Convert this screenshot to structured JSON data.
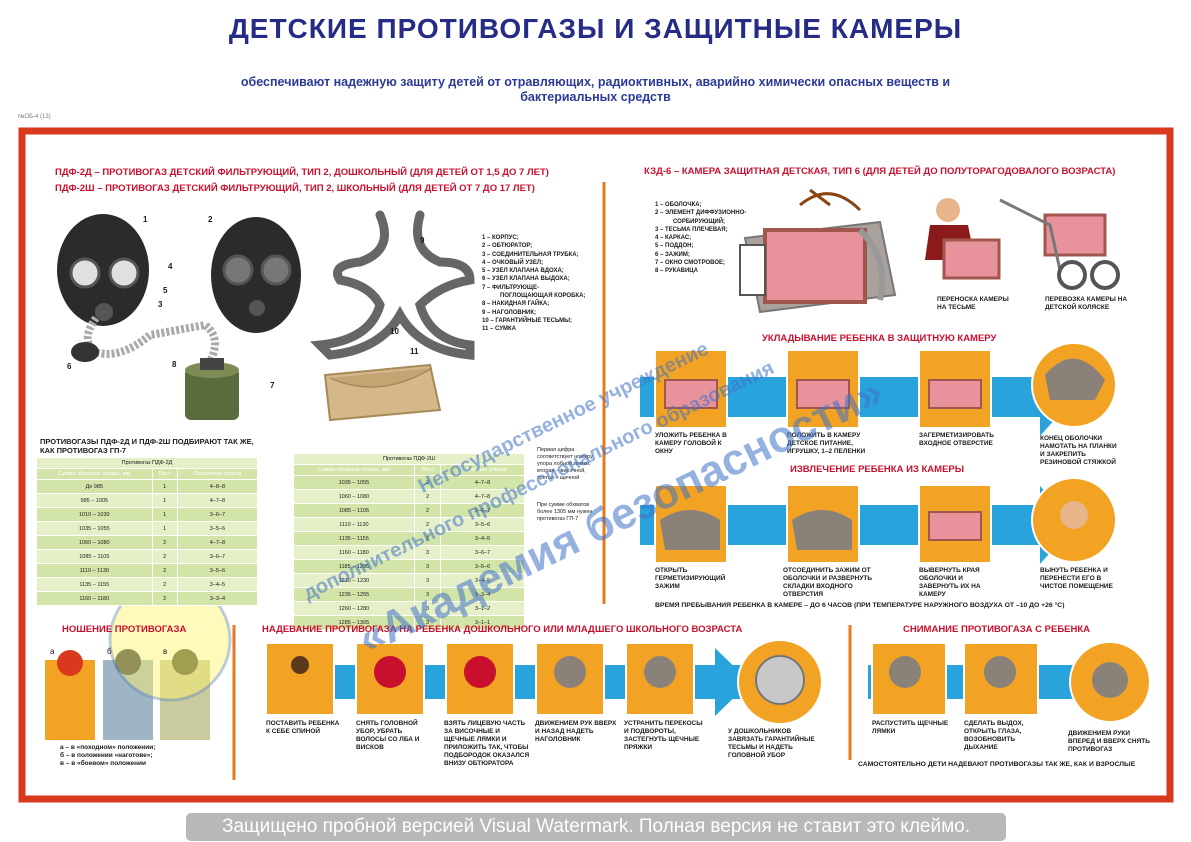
{
  "header": {
    "title": "ДЕТСКИЕ ПРОТИВОГАЗЫ И ЗАЩИТНЫЕ КАМЕРЫ",
    "subtitle": "обеспечивают надежную защиту детей от отравляющих, радиоктивных, аварийно химически опасных веществ и бактериальных средств",
    "code": "№ОБ-4 (13)"
  },
  "masks": {
    "line1": "ПДФ-2Д – ПРОТИВОГАЗ ДЕТСКИЙ ФИЛЬТРУЮЩИЙ, ТИП 2, ДОШКОЛЬНЫЙ (ДЛЯ ДЕТЕЙ ОТ 1,5 ДО 7 ЛЕТ)",
    "line2": "ПДФ-2Ш – ПРОТИВОГАЗ ДЕТСКИЙ ФИЛЬТРУЮЩИЙ, ТИП 2, ШКОЛЬНЫЙ (ДЛЯ ДЕТЕЙ ОТ 7 ДО 17 ЛЕТ)",
    "numbers": [
      "1",
      "2",
      "3",
      "4",
      "5",
      "6",
      "7",
      "8",
      "9",
      "10",
      "11"
    ],
    "legend": [
      "1 – КОРПУС;",
      "2 – ОБТЮРАТОР;",
      "3 – СОЕДИНИТЕЛЬНАЯ ТРУБКА;",
      "4 – ОЧКОВЫЙ УЗЕЛ;",
      "5 – УЗЕЛ КЛАПАНА ВДОХА;",
      "6 – УЗЕЛ КЛАПАНА ВЫДОХА;",
      "7 – ФИЛЬТРУЮЩЕ-",
      "ПОГЛОЩАЮЩАЯ КОРОБКА;",
      "8 – НАКИДНАЯ ГАЙКА;",
      "9 – НАГОЛОВНИК;",
      "10 – ГАРАНТИЙНЫЕ ТЕСЬМЫ;",
      "11 – СУМКА"
    ],
    "sizing_title": "ПРОТИВОГАЗЫ ПДФ-2Д И ПДФ-2Ш ПОДБИРАЮТ ТАК ЖЕ, КАК ПРОТИВОГАЗ ГП-7",
    "note1": "Первая цифра соответствует номеру упора лобной лямки, вторая – височной, третья – щечной",
    "note2": "При сумме обхватов более 1305 мм нужен противогаз ГП-7"
  },
  "table_d": {
    "caption": "Противогаз ПДФ-2Д",
    "columns": [
      "Сумма обхватов головы, мм",
      "Рост",
      "Положение упоров"
    ],
    "rows": [
      [
        "До 985",
        "1",
        "4–8–8"
      ],
      [
        "985 – 1005",
        "1",
        "4–7–8"
      ],
      [
        "1010 – 1030",
        "1",
        "3–6–7"
      ],
      [
        "1035 – 1055",
        "1",
        "3–5–6"
      ],
      [
        "1060 – 1080",
        "2",
        "4–7–8"
      ],
      [
        "1085 – 1105",
        "2",
        "3–6–7"
      ],
      [
        "1110 – 1130",
        "2",
        "3–5–6"
      ],
      [
        "1135 – 1155",
        "2",
        "3–4–5"
      ],
      [
        "1160 – 1180",
        "2",
        "3–3–4"
      ]
    ]
  },
  "table_sh": {
    "caption": "Противогаз ПДФ-2Ш",
    "columns": [
      "Сумма обхватов головы, мм",
      "Рост",
      "Положение упоров"
    ],
    "rows": [
      [
        "1035 – 1055",
        "2",
        "4–7–8"
      ],
      [
        "1060 – 1080",
        "2",
        "4–7–8"
      ],
      [
        "1085 – 1105",
        "2",
        "3–6–7"
      ],
      [
        "1110 – 1130",
        "2",
        "3–5–6"
      ],
      [
        "1135 – 1155",
        "2",
        "3–4–5"
      ],
      [
        "1160 – 1180",
        "3",
        "3–6–7"
      ],
      [
        "1185 – 1205",
        "3",
        "3–5–6"
      ],
      [
        "1210 – 1230",
        "3",
        "3–4–5"
      ],
      [
        "1235 – 1255",
        "3",
        "3–3–4"
      ],
      [
        "1260 – 1280",
        "3",
        "3–1–2"
      ],
      [
        "1285 – 1305",
        "3",
        "3–1–1"
      ]
    ]
  },
  "camera": {
    "title": "КЗД-6 – КАМЕРА ЗАЩИТНАЯ ДЕТСКАЯ, ТИП 6 (ДЛЯ ДЕТЕЙ ДО ПОЛУТОРАГОДОВАЛОГО ВОЗРАСТА)",
    "legend": [
      "1 – ОБОЛОЧКА;",
      "2 – ЭЛЕМЕНТ ДИФФУЗИОННО-",
      "СОРБИРУЮЩИЙ;",
      "3 – ТЕСЬМА ПЛЕЧЕВАЯ;",
      "4 – КАРКАС;",
      "5 – ПОДДОН;",
      "6 – ЗАЖИМ;",
      "7 – ОКНО СМОТРОВОЕ;",
      "8 – РУКАВИЦА"
    ],
    "carry": "ПЕРЕНОСКА КАМЕРЫ НА ТЕСЬМЕ",
    "transport": "ПЕРЕВОЗКА КАМЕРЫ НА ДЕТСКОЙ КОЛЯСКЕ",
    "place_title": "УКЛАДЫВАНИЕ РЕБЕНКА В ЗАЩИТНУЮ КАМЕРУ",
    "place_steps": [
      "УЛОЖИТЬ РЕБЕНКА В КАМЕРУ ГОЛОВОЙ К ОКНУ",
      "ПОЛОЖИТЬ В КАМЕРУ ДЕТСКОЕ ПИТАНИЕ, ИГРУШКУ, 1–2 ПЕЛЕНКИ",
      "ЗАГЕРМЕТИЗИРОВАТЬ ВХОДНОЕ ОТВЕРСТИЕ",
      "КОНЕЦ ОБОЛОЧКИ НАМОТАТЬ НА ПЛАНКИ И ЗАКРЕПИТЬ РЕЗИНОВОЙ СТЯЖКОЙ"
    ],
    "extract_title": "ИЗВЛЕЧЕНИЕ РЕБЕНКА ИЗ КАМЕРЫ",
    "extract_steps": [
      "ОТКРЫТЬ ГЕРМЕТИЗИРУЮЩИЙ ЗАЖИМ",
      "ОТСОЕДИНИТЬ ЗАЖИМ ОТ ОБОЛОЧКИ И РАЗВЕРНУТЬ СКЛАДКИ ВХОДНОГО ОТВЕРСТИЯ",
      "ВЫВЕРНУТЬ КРАЯ ОБОЛОЧКИ И ЗАВЕРНУТЬ ИХ НА КАМЕРУ",
      "ВЫНУТЬ РЕБЕНКА И ПЕРЕНЕСТИ ЕГО В ЧИСТОЕ ПОМЕЩЕНИЕ"
    ],
    "time_note": "ВРЕМЯ ПРЕБЫВАНИЯ РЕБЕНКА В КАМЕРЕ – ДО 6 ЧАСОВ (ПРИ ТЕМПЕРАТУРЕ НАРУЖНОГО ВОЗДУХА ОТ –10 ДО +26 °С)"
  },
  "wearing": {
    "title": "НОШЕНИЕ ПРОТИВОГАЗА",
    "letters": [
      "а",
      "б",
      "в"
    ],
    "lines": [
      "а – в «походном» положении;",
      "б – в положении «наготове»;",
      "в – в «боевом» положении"
    ]
  },
  "donning": {
    "title": "НАДЕВАНИЕ ПРОТИВОГАЗА НА РЕБЕНКА ДОШКОЛЬНОГО ИЛИ МЛАДШЕГО ШКОЛЬНОГО ВОЗРАСТА",
    "steps": [
      "ПОСТАВИТЬ РЕБЕНКА К СЕБЕ СПИНОЙ",
      "СНЯТЬ ГОЛОВНОЙ УБОР, УБРАТЬ ВОЛОСЫ СО ЛБА И ВИСКОВ",
      "ВЗЯТЬ ЛИЦЕВУЮ ЧАСТЬ ЗА ВИСОЧНЫЕ И ЩЕЧНЫЕ ЛЯМКИ И ПРИЛОЖИТЬ ТАК, ЧТОБЫ ПОДБОРОДОК ОКАЗАЛСЯ ВНИЗУ ОБТЮРАТОРА",
      "ДВИЖЕНИЕМ РУК ВВЕРХ И НАЗАД НАДЕТЬ НАГОЛОВНИК",
      "УСТРАНИТЬ ПЕРЕКОСЫ И ПОДВОРОТЫ, ЗАСТЕГНУТЬ ЩЕЧНЫЕ ПРЯЖКИ",
      "У ДОШКОЛЬНИКОВ ЗАВЯЗАТЬ ГАРАНТИЙНЫЕ ТЕСЬМЫ И НАДЕТЬ ГОЛОВНОЙ УБОР"
    ]
  },
  "removal": {
    "title": "СНИМАНИЕ ПРОТИВОГАЗА С РЕБЕНКА",
    "steps": [
      "РАСПУСТИТЬ ЩЕЧНЫЕ ЛЯМКИ",
      "СДЕЛАТЬ ВЫДОХ, ОТКРЫТЬ ГЛАЗА, ВОЗОБНОВИТЬ ДЫХАНИЕ",
      "ДВИЖЕНИЕМ РУКИ ВПЕРЕД И ВВЕРХ СНЯТЬ ПРОТИВОГАЗ"
    ],
    "note": "САМОСТОЯТЕЛЬНО ДЕТИ НАДЕВАЮТ ПРОТИВОГАЗЫ ТАК ЖЕ, КАК И ВЗРОСЛЫЕ"
  },
  "watermark": {
    "line1": "Негосударственное учреждение",
    "line2": "дополнительного профессионального образования",
    "line3": "«Академия безопасности»",
    "trial": "Защищено пробной версией Visual Watermark. Полная версия не ставит это клеймо."
  },
  "colors": {
    "frame": "#d9391c",
    "title": "#262c86",
    "accent": "#c8102e",
    "arrow": "#29a3dc",
    "panel": "#f3a323"
  }
}
